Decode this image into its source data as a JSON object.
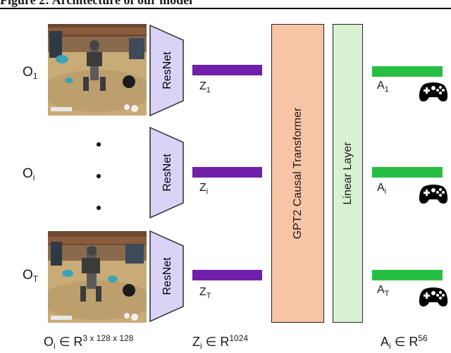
{
  "caption": "Figure 2: Architecture of our model",
  "observations": [
    {
      "main": "O",
      "sub": "1"
    },
    {
      "main": "O",
      "sub": "i"
    },
    {
      "main": "O",
      "sub": "T"
    }
  ],
  "resnet_label": "ResNet",
  "embeddings": [
    {
      "main": "Z",
      "sub": "1"
    },
    {
      "main": "Z",
      "sub": "i"
    },
    {
      "main": "Z",
      "sub": "T"
    }
  ],
  "transformer_label": "GPT2 Causal Transformer",
  "linear_label": "Linear Layer",
  "actions": [
    {
      "main": "A",
      "sub": "1"
    },
    {
      "main": "A",
      "sub": "i"
    },
    {
      "main": "A",
      "sub": "T"
    }
  ],
  "dims": {
    "obs": {
      "main": "O",
      "sub": "i",
      "rel": " ∈ R",
      "sup": "3 x 128 x 128"
    },
    "emb": {
      "main": "Z",
      "sub": "i",
      "rel": " ∈ R",
      "sup": "1024"
    },
    "act": {
      "main": "A",
      "sub": "i",
      "rel": " ∈ R",
      "sup": "56"
    }
  },
  "colors": {
    "embedding_bar": "#6f1fa9",
    "action_bar": "#27bf43",
    "resnet_fill": "#d9d3f6",
    "transformer_fill": "#f8c4a6",
    "linear_fill": "#d9f1d3"
  }
}
